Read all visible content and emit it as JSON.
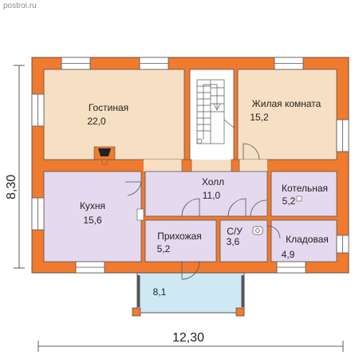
{
  "watermark": "postroi.ru",
  "dimensions": {
    "width": "12,30",
    "height": "8,30"
  },
  "rooms": [
    {
      "name": "Гостиная",
      "area": "22,0"
    },
    {
      "name": "Жилая комната",
      "area": "15,2"
    },
    {
      "name": "Кухня",
      "area": "15,6"
    },
    {
      "name": "Холл",
      "area": "11,0"
    },
    {
      "name": "Котельная",
      "area": "5,2"
    },
    {
      "name": "Прихожая",
      "area": "5,2"
    },
    {
      "name": "С/У",
      "area": "3,6"
    },
    {
      "name": "Кладовая",
      "area": "4,9"
    },
    {
      "name": "",
      "area": "8,1"
    }
  ],
  "colors": {
    "wall": "#f07a2e",
    "beige": "#f7dfc3",
    "lilac": "#e4d9ee",
    "porch": "#cfe9f4",
    "line": "#555555"
  }
}
